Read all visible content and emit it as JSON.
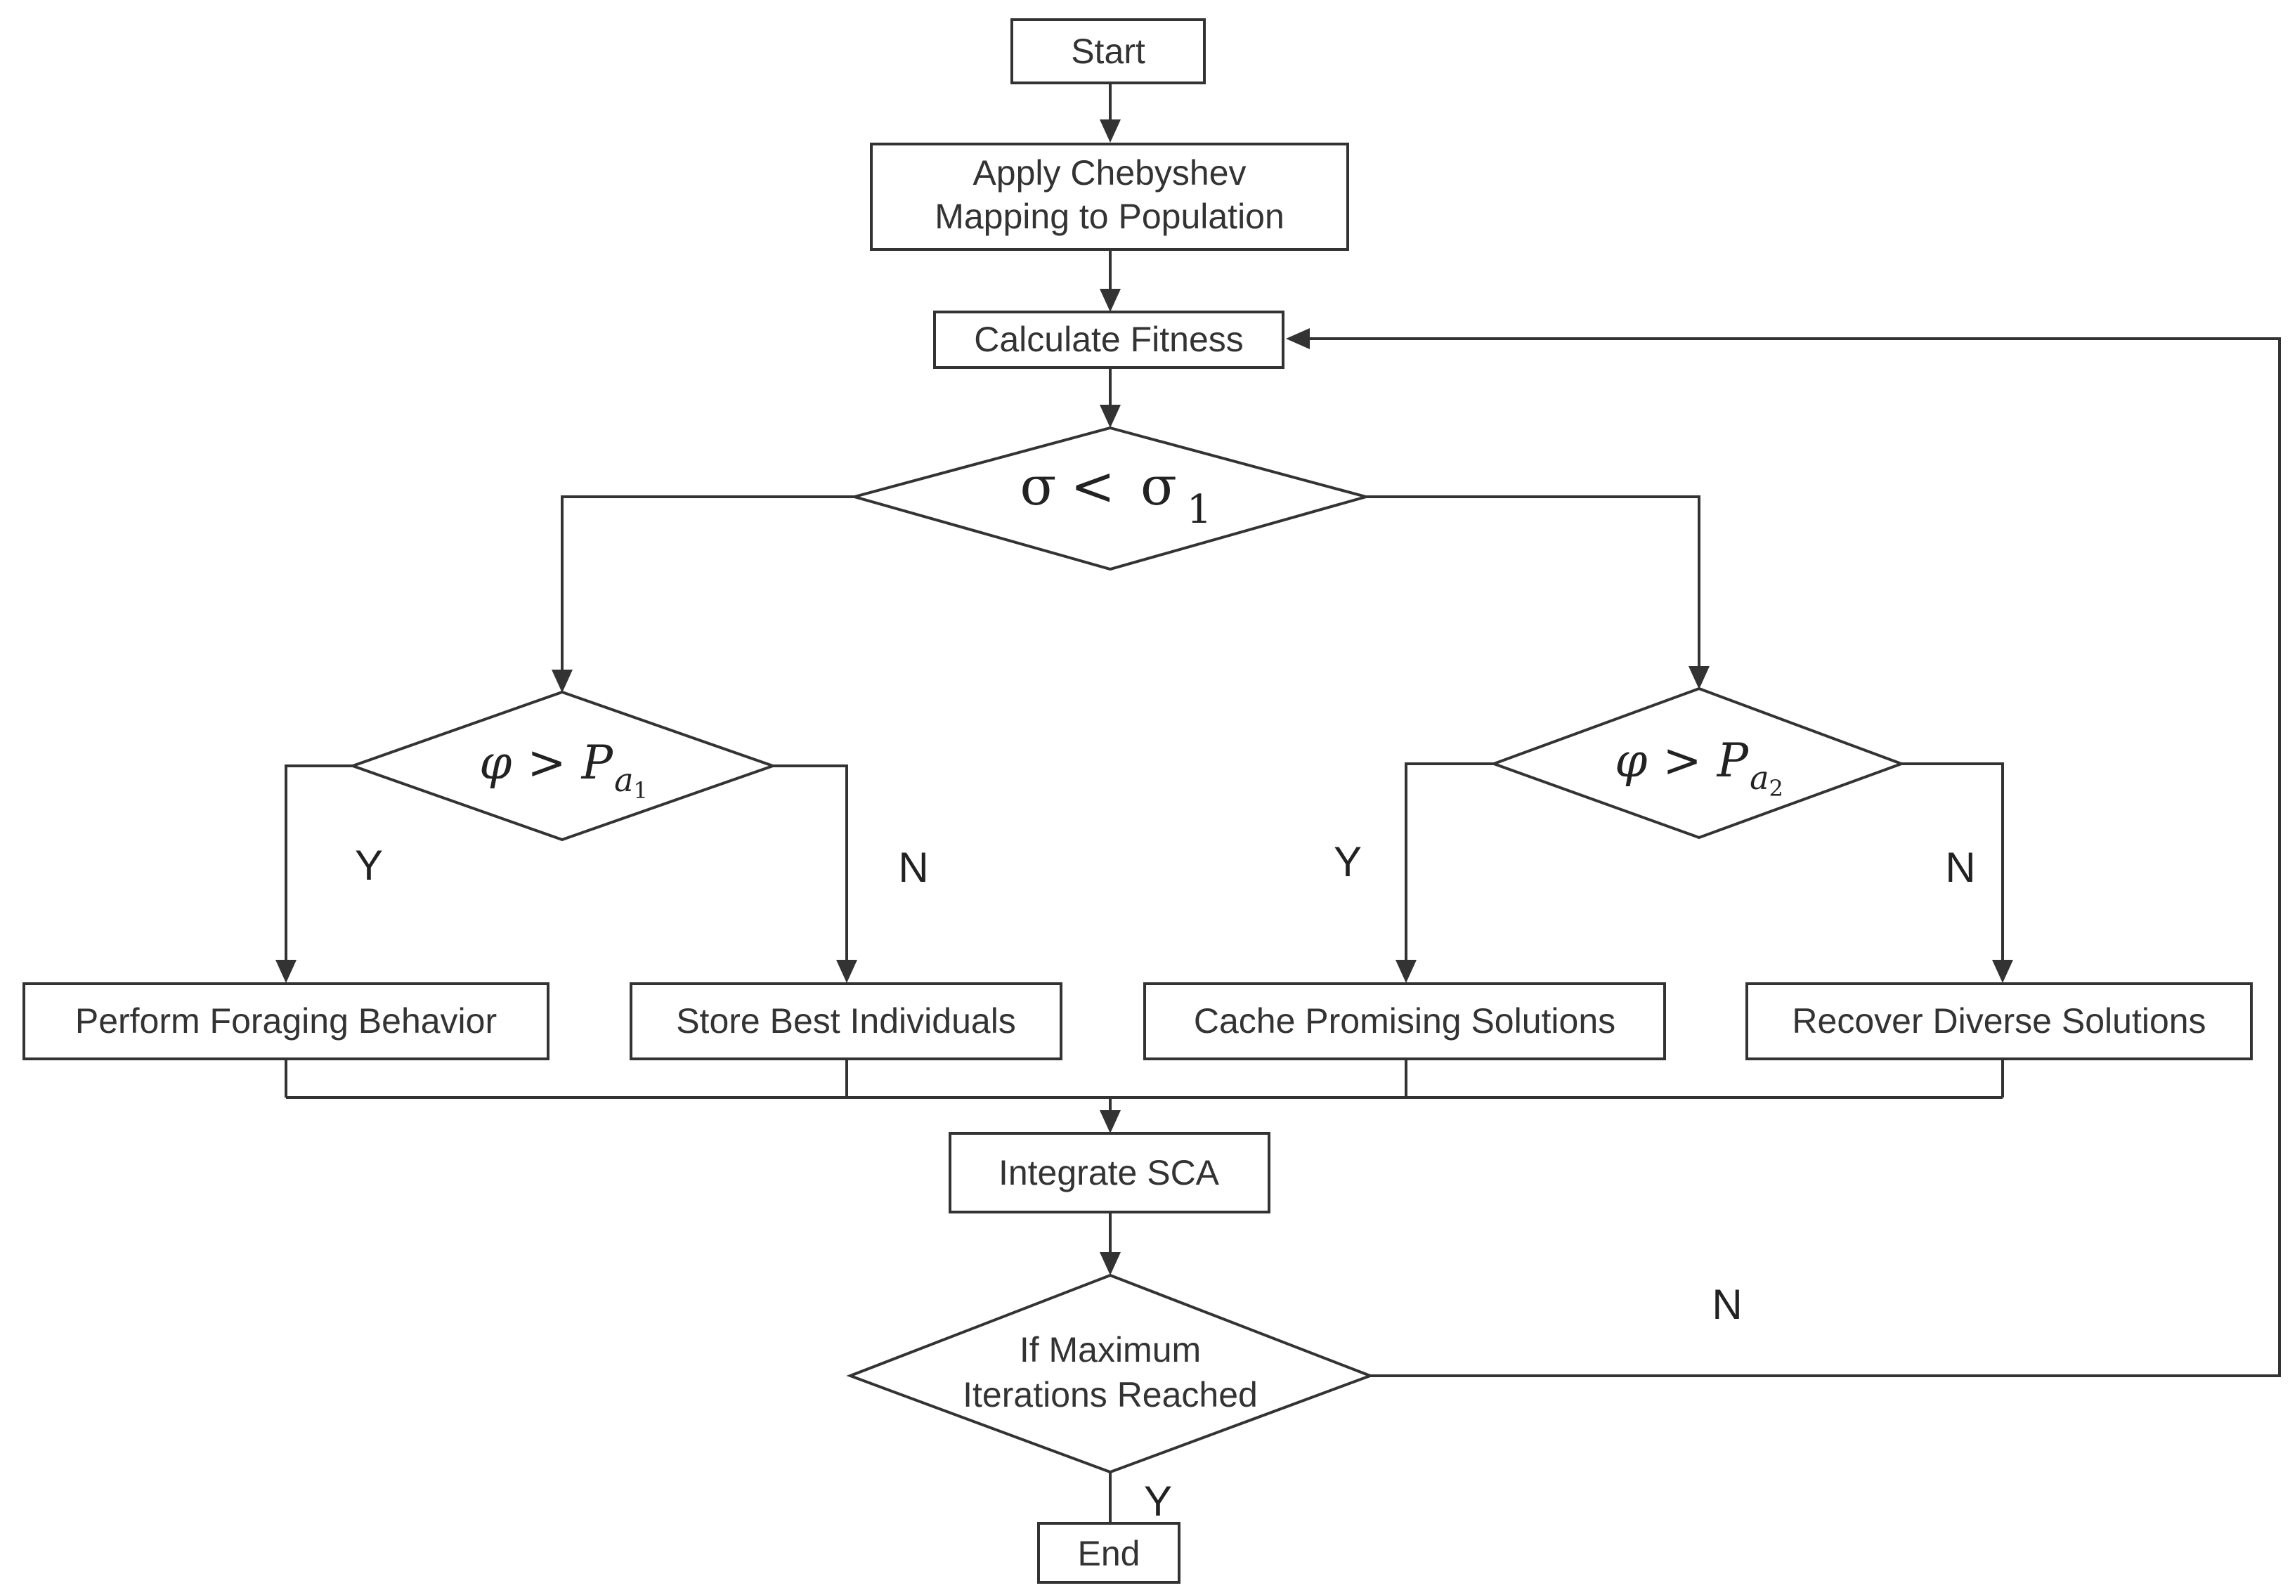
{
  "nodes": {
    "start": "Start",
    "chebyshev_line1": "Apply Chebyshev",
    "chebyshev_line2": "Mapping to Population",
    "fitness": "Calculate Fitness",
    "foraging": "Perform Foraging Behavior",
    "store": "Store Best Individuals",
    "cache": "Cache Promising Solutions",
    "recover": "Recover Diverse Solutions",
    "sca": "Integrate SCA",
    "maxiter_line1": "If Maximum",
    "maxiter_line2": "Iterations Reached",
    "end": "End"
  },
  "decisions": {
    "sigma": {
      "lhs": "σ",
      "op": "<",
      "rhs": "σ",
      "sub": "1"
    },
    "left": {
      "lhs": "φ",
      "op": ">",
      "var": "P",
      "sub": "a",
      "subsub": "1"
    },
    "right": {
      "lhs": "φ",
      "op": ">",
      "var": "P",
      "sub": "a",
      "subsub": "2"
    }
  },
  "branch_labels": {
    "left_yes": "Y",
    "left_no": "N",
    "right_yes": "Y",
    "right_no": "N",
    "loop_no": "N",
    "end_yes": "Y"
  }
}
